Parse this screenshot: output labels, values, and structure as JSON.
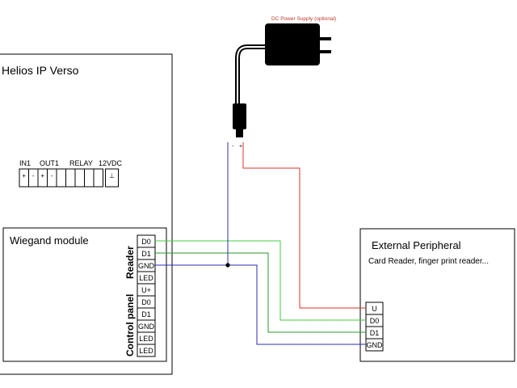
{
  "power_supply": {
    "label": "DC Power Supply (optional)",
    "minus": "-",
    "plus": "+"
  },
  "helios": {
    "title": "Helios IP Verso",
    "groups": [
      "IN1",
      "OUT1",
      "RELAY",
      "12VDC"
    ],
    "terminals": [
      "+",
      "-",
      "+",
      "-",
      "",
      "",
      "",
      "",
      "",
      "⊥"
    ]
  },
  "wiegand": {
    "title": "Wiegand module",
    "reader_label": "Reader",
    "control_label": "Control panel",
    "reader_pins": [
      "D0",
      "D1",
      "GND",
      "LED"
    ],
    "control_pins": [
      "U+",
      "D0",
      "D1",
      "GND",
      "LED",
      "LED"
    ]
  },
  "peripheral": {
    "title": "External Peripheral",
    "subtitle": "Card Reader, finger print reader...",
    "pins": [
      "U",
      "D0",
      "D1",
      "GND"
    ]
  },
  "colors": {
    "red": "#e0302a",
    "green": "#3ccc3c",
    "green_dark": "#2a9a2a",
    "blue": "#2c2cb4",
    "label_red": "#c0392b"
  }
}
